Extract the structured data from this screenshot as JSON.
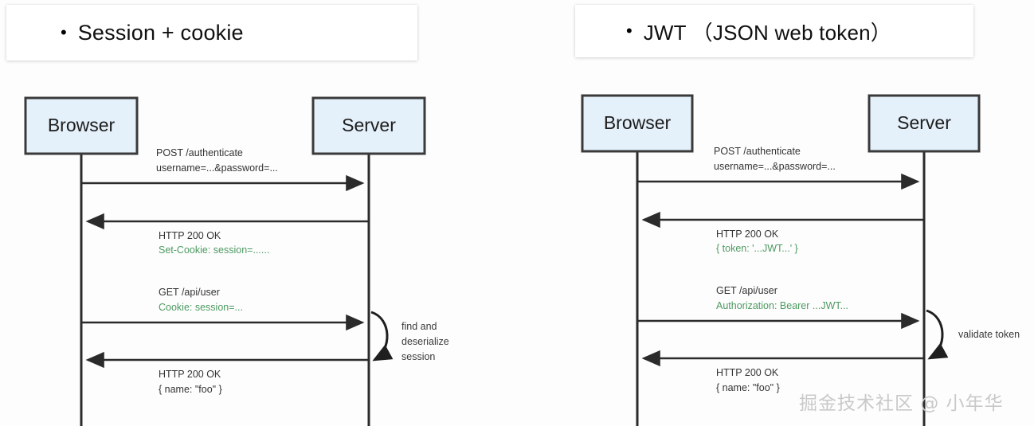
{
  "slides": [
    {
      "id": "session-cookie",
      "bullet": "•",
      "title": "Session + cookie",
      "diagram": {
        "actors": {
          "client": "Browser",
          "server": "Server"
        },
        "messages": [
          {
            "direction": "right",
            "lines": [
              "POST /authenticate",
              "username=...&password=..."
            ],
            "colors": [
              "dark",
              "dark"
            ]
          },
          {
            "direction": "left",
            "lines": [
              "HTTP 200 OK",
              "Set-Cookie: session=......"
            ],
            "colors": [
              "dark",
              "green"
            ]
          },
          {
            "direction": "right",
            "lines": [
              "GET /api/user",
              "Cookie: session=..."
            ],
            "colors": [
              "dark",
              "green"
            ]
          },
          {
            "direction": "left",
            "lines": [
              "HTTP 200 OK",
              "{ name: \"foo\" }"
            ],
            "colors": [
              "dark",
              "dark"
            ]
          }
        ],
        "self_note": [
          "find and",
          "deserialize",
          "session"
        ]
      }
    },
    {
      "id": "jwt",
      "bullet": "•",
      "title": "JWT （JSON web token）",
      "diagram": {
        "actors": {
          "client": "Browser",
          "server": "Server"
        },
        "messages": [
          {
            "direction": "right",
            "lines": [
              "POST /authenticate",
              "username=...&password=..."
            ],
            "colors": [
              "dark",
              "dark"
            ]
          },
          {
            "direction": "left",
            "lines": [
              "HTTP 200 OK",
              "{ token: '...JWT...' }"
            ],
            "colors": [
              "dark",
              "green"
            ]
          },
          {
            "direction": "right",
            "lines": [
              "GET /api/user",
              "Authorization: Bearer ...JWT..."
            ],
            "colors": [
              "dark",
              "green"
            ]
          },
          {
            "direction": "left",
            "lines": [
              "HTTP 200 OK",
              "{ name: \"foo\" }"
            ],
            "colors": [
              "dark",
              "dark"
            ]
          }
        ],
        "self_note": [
          "validate token"
        ]
      }
    }
  ],
  "watermark": "掘金技术社区 @ 小年华",
  "colors": {
    "box_fill": "#e4f0fa",
    "box_stroke": "#3a3a3a",
    "line": "#2b2b2b",
    "green_text": "#4d9a61",
    "dark_text": "#333333",
    "watermark": "#c9c9c9",
    "page_background": "#fdfdfd"
  }
}
